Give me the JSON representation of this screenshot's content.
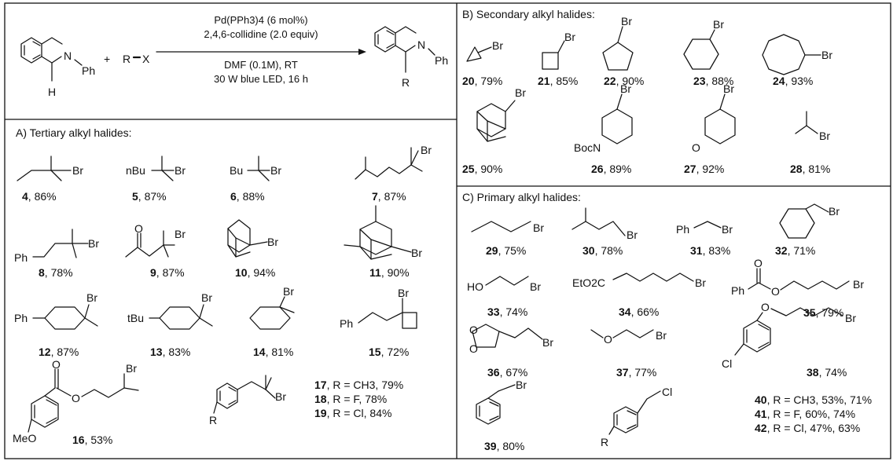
{
  "reaction": {
    "reagent": "R",
    "leaving": "X",
    "plus": "+",
    "n_label": "N",
    "ph_label": "Ph",
    "h_label": "H",
    "r_label": "R",
    "conditions": [
      "Pd(PPh3)4 (6 mol%)",
      "2,4,6-collidine (2.0 equiv)",
      "DMF (0.1M), RT",
      "30 W blue LED, 16 h"
    ]
  },
  "sections": {
    "tertiary": "A) Tertiary alkyl halides:",
    "secondary": "B) Secondary alkyl halides:",
    "primary": "C) Primary alkyl halides:"
  },
  "entries": [
    {
      "id": "4",
      "yield": ", 86%"
    },
    {
      "id": "5",
      "yield": ", 87%"
    },
    {
      "id": "6",
      "yield": ", 88%"
    },
    {
      "id": "7",
      "yield": ", 87%"
    },
    {
      "id": "8",
      "yield": ", 78%"
    },
    {
      "id": "9",
      "yield": ", 87%"
    },
    {
      "id": "10",
      "yield": ", 94%"
    },
    {
      "id": "11",
      "yield": ", 90%"
    },
    {
      "id": "12",
      "yield": ", 87%"
    },
    {
      "id": "13",
      "yield": ", 83%"
    },
    {
      "id": "14",
      "yield": ", 81%"
    },
    {
      "id": "15",
      "yield": ", 72%"
    },
    {
      "id": "16",
      "yield": ", 53%"
    },
    {
      "id": "17",
      "yield": ", R = CH3, 79%"
    },
    {
      "id": "18",
      "yield": ", R = F, 78%"
    },
    {
      "id": "19",
      "yield": ", R = Cl, 84%"
    },
    {
      "id": "20",
      "yield": ", 79%"
    },
    {
      "id": "21",
      "yield": ", 85%"
    },
    {
      "id": "22",
      "yield": ", 90%"
    },
    {
      "id": "23",
      "yield": ", 88%"
    },
    {
      "id": "24",
      "yield": ", 93%"
    },
    {
      "id": "25",
      "yield": ", 90%"
    },
    {
      "id": "26",
      "yield": ", 89%"
    },
    {
      "id": "27",
      "yield": ", 92%"
    },
    {
      "id": "28",
      "yield": ", 81%"
    },
    {
      "id": "29",
      "yield": ", 75%"
    },
    {
      "id": "30",
      "yield": ", 78%"
    },
    {
      "id": "31",
      "yield": ", 83%"
    },
    {
      "id": "32",
      "yield": ", 71%"
    },
    {
      "id": "33",
      "yield": ", 74%"
    },
    {
      "id": "34",
      "yield": ", 66%"
    },
    {
      "id": "35",
      "yield": ", 79%"
    },
    {
      "id": "36",
      "yield": ", 67%"
    },
    {
      "id": "37",
      "yield": ", 77%"
    },
    {
      "id": "38",
      "yield": ", 74%"
    },
    {
      "id": "39",
      "yield": ", 80%"
    },
    {
      "id": "40",
      "yield": ", R = CH3, 53%, 71%"
    },
    {
      "id": "41",
      "yield": ", R = F, 60%, 74%"
    },
    {
      "id": "42",
      "yield": ", R = Cl, 47%, 63%"
    }
  ],
  "atoms": {
    "br": "Br",
    "cl": "Cl",
    "ph": "Ph",
    "o": "O",
    "r": "R",
    "nbu": "nBu",
    "bu": "Bu",
    "tbu": "tBu",
    "meo": "MeO",
    "ho": "HO",
    "eto2c": "EtO2C",
    "bocn": "BocN"
  }
}
